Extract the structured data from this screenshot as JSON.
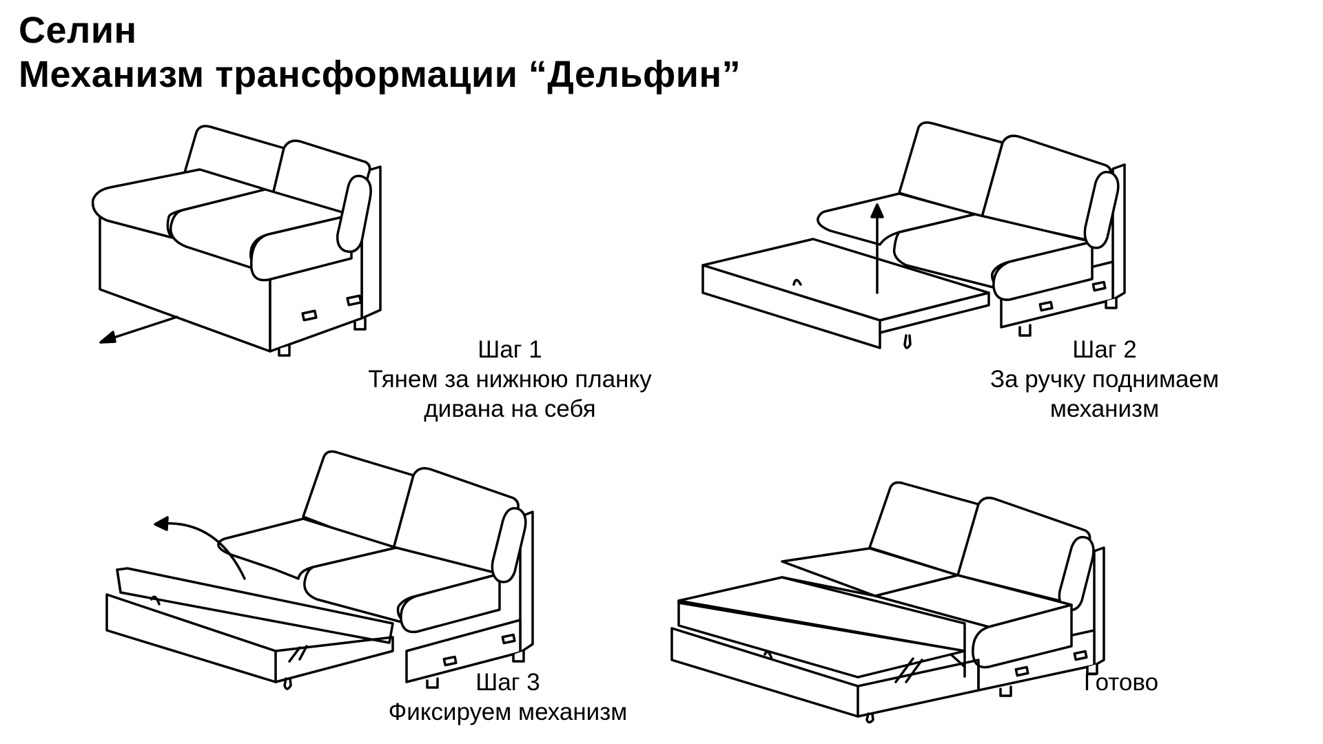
{
  "title": {
    "line1": "Селин",
    "line2": "Механизм трансформации “Дельфин”"
  },
  "steps": [
    {
      "heading": "Шаг 1",
      "line1": "Тянем за нижнюю планку",
      "line2": "дивана на себя"
    },
    {
      "heading": "Шаг 2",
      "line1": "За ручку поднимаем",
      "line2": "механизм"
    },
    {
      "heading": "Шаг 3",
      "line1": "Фиксируем механизм"
    },
    {
      "heading": "Готово"
    }
  ],
  "colors": {
    "line": "#000000",
    "fill": "#ffffff"
  }
}
